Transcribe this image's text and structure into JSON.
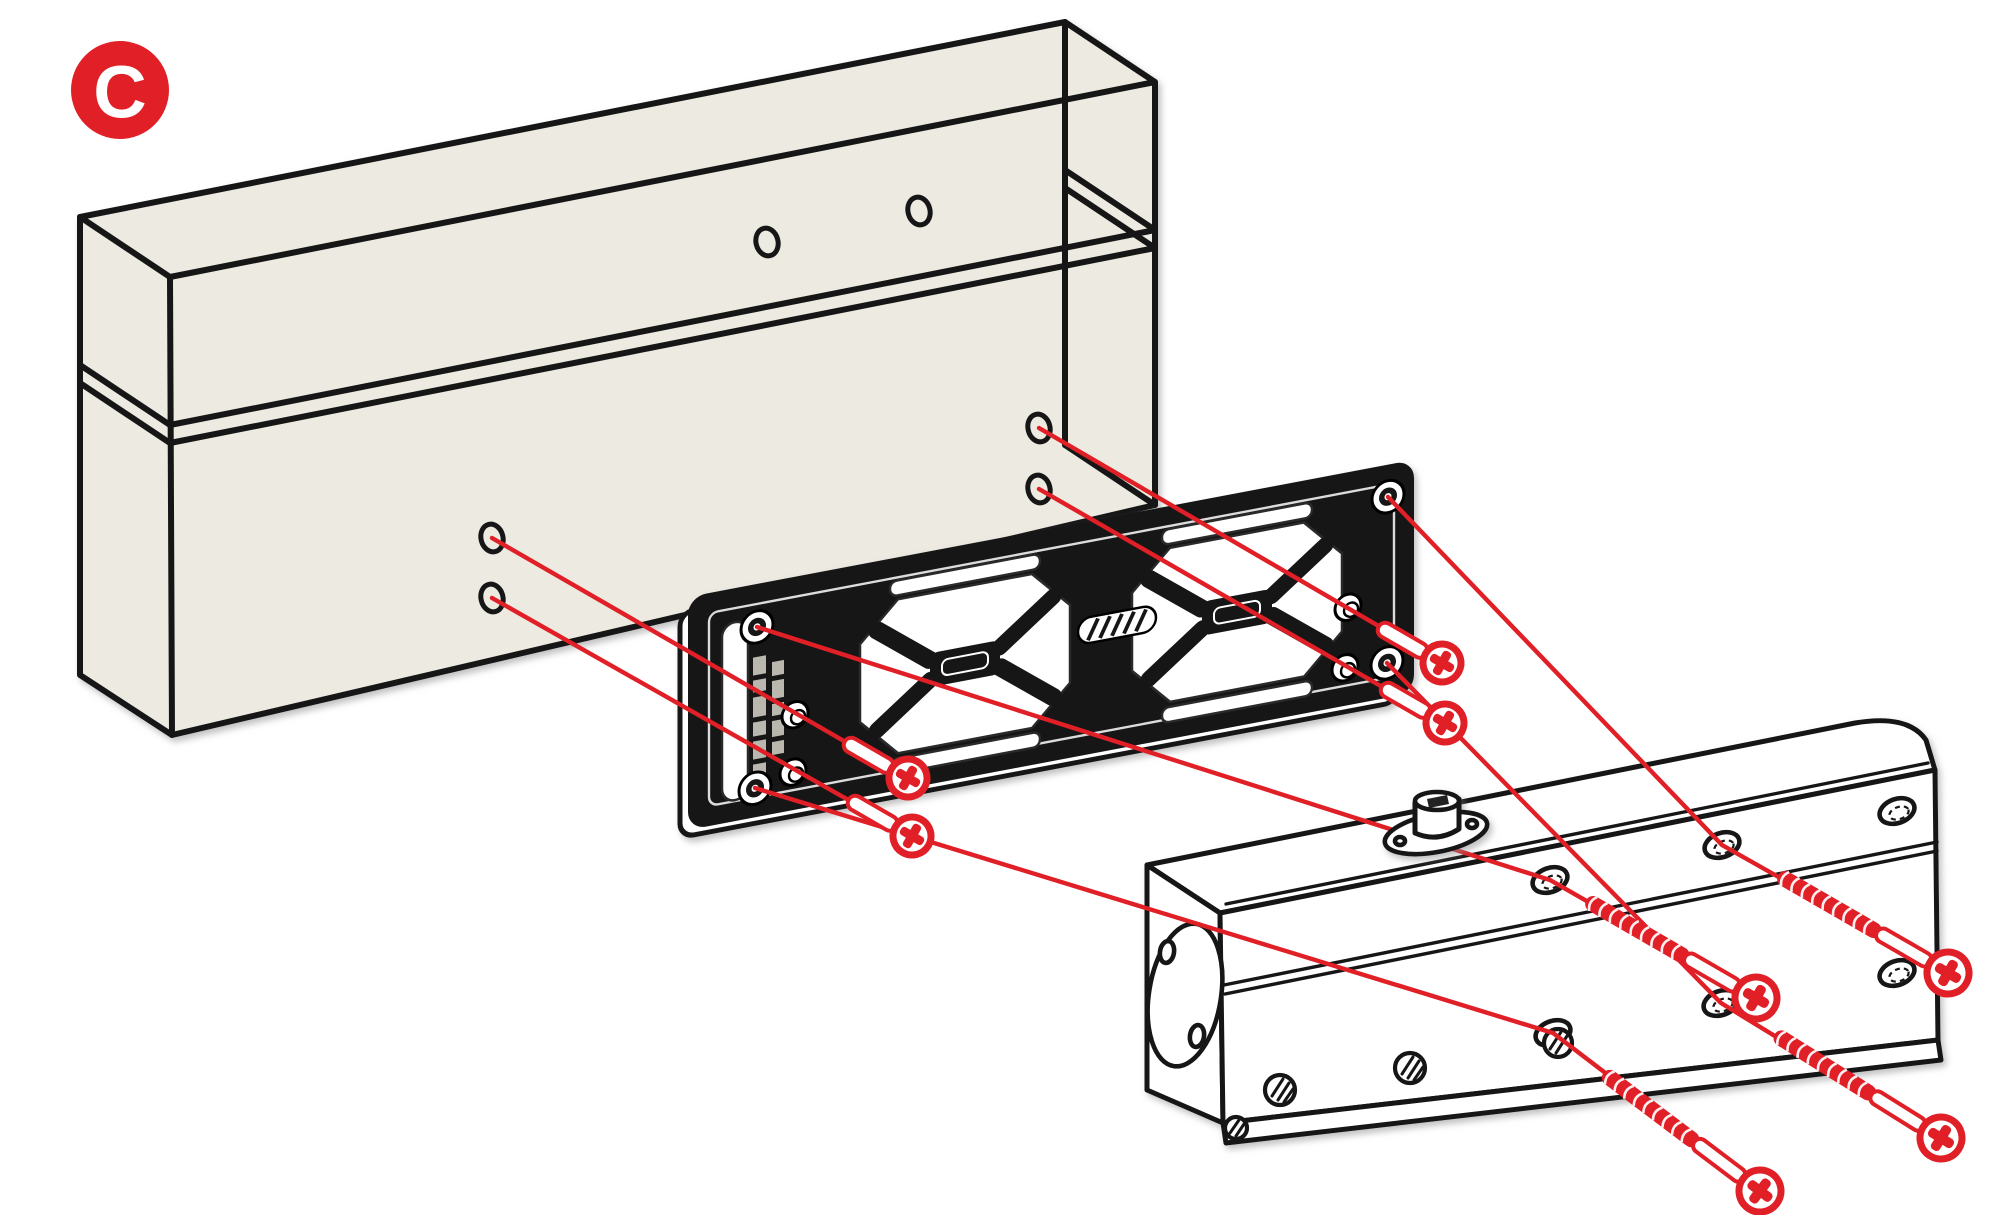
{
  "badge": {
    "letter": "C"
  },
  "colors": {
    "accent_red": "#e01f26",
    "wall_fill": "#eceae1",
    "outline": "#171717",
    "plate_fill": "#151515",
    "body_fill": "#ffffff",
    "text_emboss": "#b9b7ae"
  },
  "diagram": {
    "type": "exploded-assembly-step",
    "step_label": "C",
    "components": [
      {
        "name": "wall-header-beams",
        "count": 2,
        "drill_holes": 6
      },
      {
        "name": "mounting-plate",
        "count": 1,
        "corner_bosses": 4,
        "fixing_holes": 4
      },
      {
        "name": "door-closer-body",
        "count": 1,
        "slotted_holes": 6,
        "valve_screws": 3,
        "spindle": 1
      },
      {
        "name": "short-fixing-screw",
        "count": 4
      },
      {
        "name": "long-machine-screw",
        "count": 4
      }
    ],
    "alignment_lines": 8
  }
}
